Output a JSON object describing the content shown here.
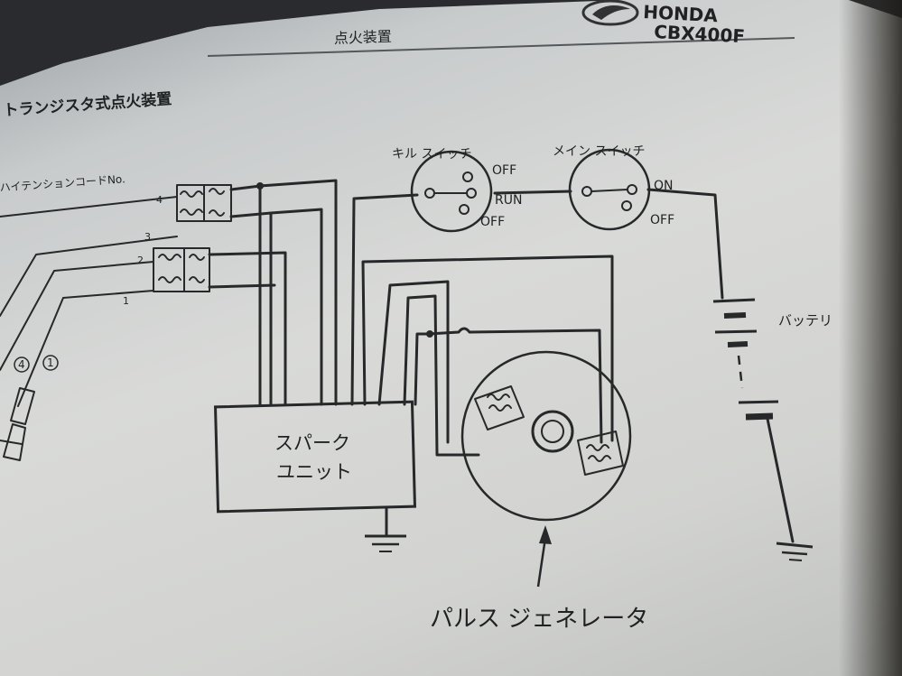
{
  "header": {
    "brand": "HONDA",
    "model": "CBX400F",
    "section_title": "点火装置"
  },
  "heading": "トランジスタ式点火装置",
  "labels": {
    "high_tension_cord": "ハイテンションコードNo.",
    "kill_switch": "キル スイッチ",
    "main_switch": "メイン スイッチ",
    "kill_off_top": "OFF",
    "kill_run": "RUN",
    "kill_off_bottom": "OFF",
    "main_on": "ON",
    "main_off": "OFF",
    "battery": "バッテリ",
    "spark_unit_line1": "スパーク",
    "spark_unit_line2": "ユニット",
    "pulse_generator": "パルス ジェネレータ",
    "cord_4": "4",
    "cord_3": "3",
    "cord_2": "2",
    "cord_1": "1",
    "plug_4": "4",
    "plug_1": "1"
  }
}
